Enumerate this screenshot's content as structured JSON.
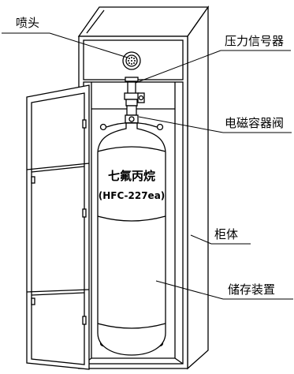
{
  "labels": {
    "nozzle": "喷头",
    "pressure_signal": "压力信号器",
    "solenoid_valve": "电磁容器阀",
    "cabinet": "柜体",
    "storage_device": "储存装置"
  },
  "cylinder": {
    "agent_name": "七氟丙烷",
    "agent_code": "(HFC-227ea)"
  }
}
